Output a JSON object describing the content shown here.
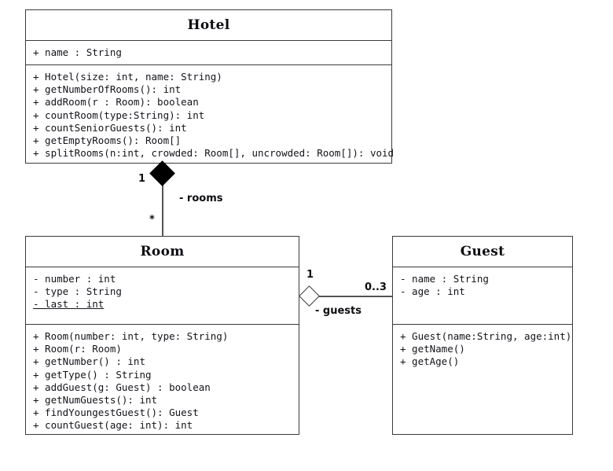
{
  "diagram": {
    "type": "uml-class-diagram",
    "background": "#ffffff",
    "border_color": "#3a3a3a"
  },
  "classes": {
    "hotel": {
      "name": "Hotel",
      "attributes": [
        {
          "text": "+ name : String",
          "static": false
        }
      ],
      "methods": [
        {
          "text": "+ Hotel(size: int, name: String)",
          "static": false
        },
        {
          "text": "+ getNumberOfRooms(): int",
          "static": false
        },
        {
          "text": "+ addRoom(r : Room): boolean",
          "static": false
        },
        {
          "text": "+ countRoom(type:String): int",
          "static": false
        },
        {
          "text": "+ countSeniorGuests(): int",
          "static": false
        },
        {
          "text": "+ getEmptyRooms(): Room[]",
          "static": false
        },
        {
          "text": "+ splitRooms(n:int, crowded: Room[], uncrowded: Room[]): void",
          "static": false
        }
      ]
    },
    "room": {
      "name": "Room",
      "attributes": [
        {
          "text": "- number : int",
          "static": false
        },
        {
          "text": "- type : String",
          "static": false
        },
        {
          "text": "- last : int",
          "static": true
        }
      ],
      "methods": [
        {
          "text": "+ Room(number: int, type: String)",
          "static": false
        },
        {
          "text": "+ Room(r: Room)",
          "static": false
        },
        {
          "text": "+ getNumber() : int",
          "static": false
        },
        {
          "text": "+ getType() : String",
          "static": false
        },
        {
          "text": "+ addGuest(g: Guest) : boolean",
          "static": false
        },
        {
          "text": "+ getNumGuests(): int",
          "static": false
        },
        {
          "text": "+ findYoungestGuest(): Guest",
          "static": false
        },
        {
          "text": "+ countGuest(age: int): int",
          "static": false
        }
      ]
    },
    "guest": {
      "name": "Guest",
      "attributes": [
        {
          "text": "- name : String",
          "static": false
        },
        {
          "text": "- age : int",
          "static": false
        }
      ],
      "methods": [
        {
          "text": "+ Guest(name:String, age:int)",
          "static": false
        },
        {
          "text": "+ getName()",
          "static": false
        },
        {
          "text": "+ getAge()",
          "static": false
        }
      ]
    }
  },
  "relationships": {
    "hotel_room": {
      "kind": "composition",
      "source": "Hotel",
      "target": "Room",
      "role_label": "- rooms",
      "source_multiplicity": "1",
      "target_multiplicity": "*",
      "diamond": "filled"
    },
    "room_guest": {
      "kind": "aggregation",
      "source": "Room",
      "target": "Guest",
      "role_label": "- guests",
      "source_multiplicity": "1",
      "target_multiplicity": "0..3",
      "diamond": "hollow"
    }
  }
}
